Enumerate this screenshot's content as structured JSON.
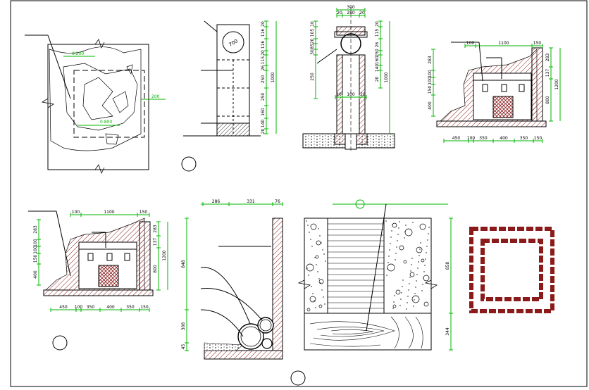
{
  "colors": {
    "dim": "#00b400",
    "line": "#000000",
    "hatch": "#8b1a1a",
    "paper": "#ffffff"
  },
  "plan": {
    "dim_top": "0.200",
    "dim_mid": "0.800",
    "dim_right": "200"
  },
  "column_elevation": {
    "dims": [
      "20",
      "116",
      "116",
      "20",
      "115",
      "26",
      "250",
      "250",
      "160",
      "140",
      "20",
      "1000"
    ],
    "bubble": "700"
  },
  "column_section": {
    "top": [
      "300",
      "20",
      "280",
      "20"
    ],
    "left": [
      "10",
      "105",
      "20",
      "85",
      "30",
      "250"
    ],
    "right": [
      "20",
      "115",
      "26",
      "250",
      "160",
      "140",
      "20",
      "1000"
    ],
    "base": [
      "20",
      "100",
      "20"
    ]
  },
  "wall_section": {
    "top": [
      "100",
      "1100",
      "150"
    ],
    "left": [
      "283",
      "100",
      "100",
      "150",
      "400"
    ],
    "right": [
      "283",
      "137",
      "800",
      "1200"
    ],
    "bottom": [
      "450",
      "100",
      "350",
      "400",
      "350",
      "150"
    ]
  },
  "pipe_section": {
    "top": [
      "286",
      "331",
      "76"
    ],
    "left": [
      "848",
      "308",
      "45"
    ]
  },
  "stair_section": {
    "right": [
      "858",
      "344"
    ]
  }
}
